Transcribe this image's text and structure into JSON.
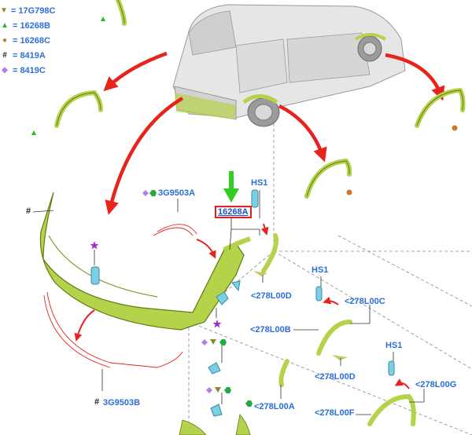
{
  "legend": [
    {
      "symbol": "▼",
      "color": "#8a8a2a",
      "code": "17G798C"
    },
    {
      "symbol": "▲",
      "color": "#22bb22",
      "code": "16268B"
    },
    {
      "symbol": "●",
      "color": "#c87a2a",
      "code": "16268C"
    },
    {
      "symbol": "#",
      "color": "#222222",
      "code": "8419A"
    },
    {
      "symbol": "◆",
      "color": "#b57ee8",
      "code": "8419C"
    }
  ],
  "callouts": {
    "hs1_a": "HS1",
    "hs1_b": "HS1",
    "hs1_c": "HS1",
    "p3g9503a": "3G9503A",
    "p3g9503b": "3G9503B",
    "p16268a": "16268A",
    "l278l00d_a": "<278L00D",
    "l278l00c": "<278L00C",
    "l278l00b": "<278L00B",
    "l278l00d_b": "<278L00D",
    "l278l00a": "<278L00A",
    "l278l00g": "<278L00G",
    "l278l00f": "<278L00F",
    "hash": "#"
  },
  "colors": {
    "part_fill": "#b5d34a",
    "part_edge": "#5f7a16",
    "arrow_red": "#e8221c",
    "arrow_green": "#33cc22",
    "label_blue": "#2a6ed6",
    "highlight_box": "#e02020"
  }
}
